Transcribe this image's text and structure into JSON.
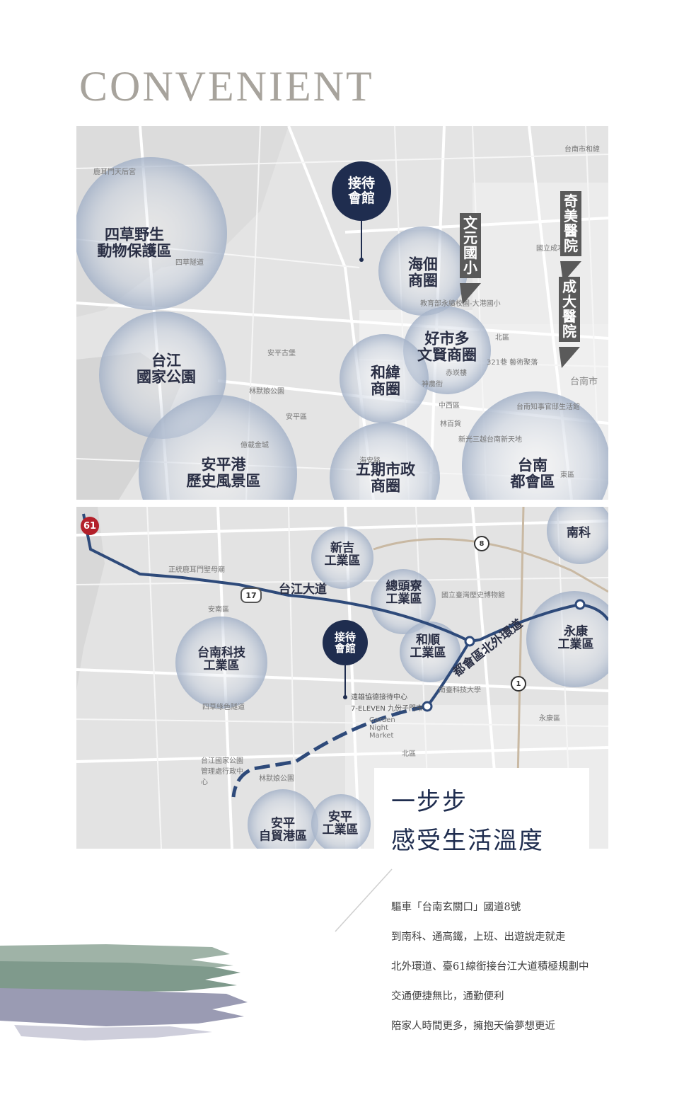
{
  "heading": "CONVENIENT",
  "map_top": {
    "pin": "接待\n會館",
    "circles": [
      {
        "label": "四草野生\n動物保護區"
      },
      {
        "label": "台江\n國家公園"
      },
      {
        "label": "安平港\n歷史風景區"
      },
      {
        "label": "海佃\n商圈"
      },
      {
        "label": "好市多\n文賢商圈"
      },
      {
        "label": "和緯\n商圈"
      },
      {
        "label": "五期市政\n商圈"
      },
      {
        "label": "台南\n都會區"
      }
    ],
    "tags": [
      "文元國小",
      "奇美醫院",
      "成大醫院"
    ],
    "place_labels": [
      "鹿耳門天后宮",
      "安平古堡",
      "林默娘公園",
      "四草隧道",
      "北區",
      "321巷 藝術聚落",
      "赤崁樓",
      "神農街",
      "中西區",
      "林百貨",
      "新光三越台南新天地",
      "台南知事官邸生活館",
      "東區",
      "台南市",
      "億載金城",
      "安平區",
      "海安路",
      "國立成功大學",
      "台南市和緯",
      "教育部永續校園-大港國小"
    ]
  },
  "map_bottom": {
    "pin": "接待\n會館",
    "circles": [
      {
        "label": "新吉\n工業區"
      },
      {
        "label": "總頭寮\n工業區"
      },
      {
        "label": "台南科技\n工業區"
      },
      {
        "label": "和順\n工業區"
      },
      {
        "label": "永康\n工業區"
      },
      {
        "label": "南科"
      },
      {
        "label": "安平\n自貿港區"
      },
      {
        "label": "安平\n工業區"
      }
    ],
    "road_labels": [
      "台江大道",
      "都會區北外環道"
    ],
    "route_shields": [
      "61",
      "17",
      "8",
      "1"
    ],
    "place_labels": [
      "正統鹿耳門聖母廟",
      "安南區",
      "國立臺灣歷史博物館",
      "遠雄協德接待中心",
      "7-ELEVEN 九份子門市",
      "Garden Night Market",
      "台江國家公園管理處行政中心",
      "林默娘公園",
      "北區",
      "永康區",
      "南臺科技大學",
      "四草綠色隧道"
    ]
  },
  "tagline": {
    "line1": "一步步",
    "line2": "感受生活溫度"
  },
  "description": [
    "驅車「台南玄關口」國道8號",
    "到南科、通高鐵，上班、出遊說走就走",
    "北外環道、臺61線銜接台江大道積極規劃中",
    "交通便捷無比，通勤便利",
    "陪家人時間更多，擁抱天倫夢想更近"
  ],
  "colors": {
    "navy": "#1f2d4f",
    "heading": "#a7a39c",
    "route": "#2e4a7a",
    "tag": "#5a5a5a",
    "brush_green": "#7f9a8c",
    "brush_lavender": "#9a9bb3"
  }
}
